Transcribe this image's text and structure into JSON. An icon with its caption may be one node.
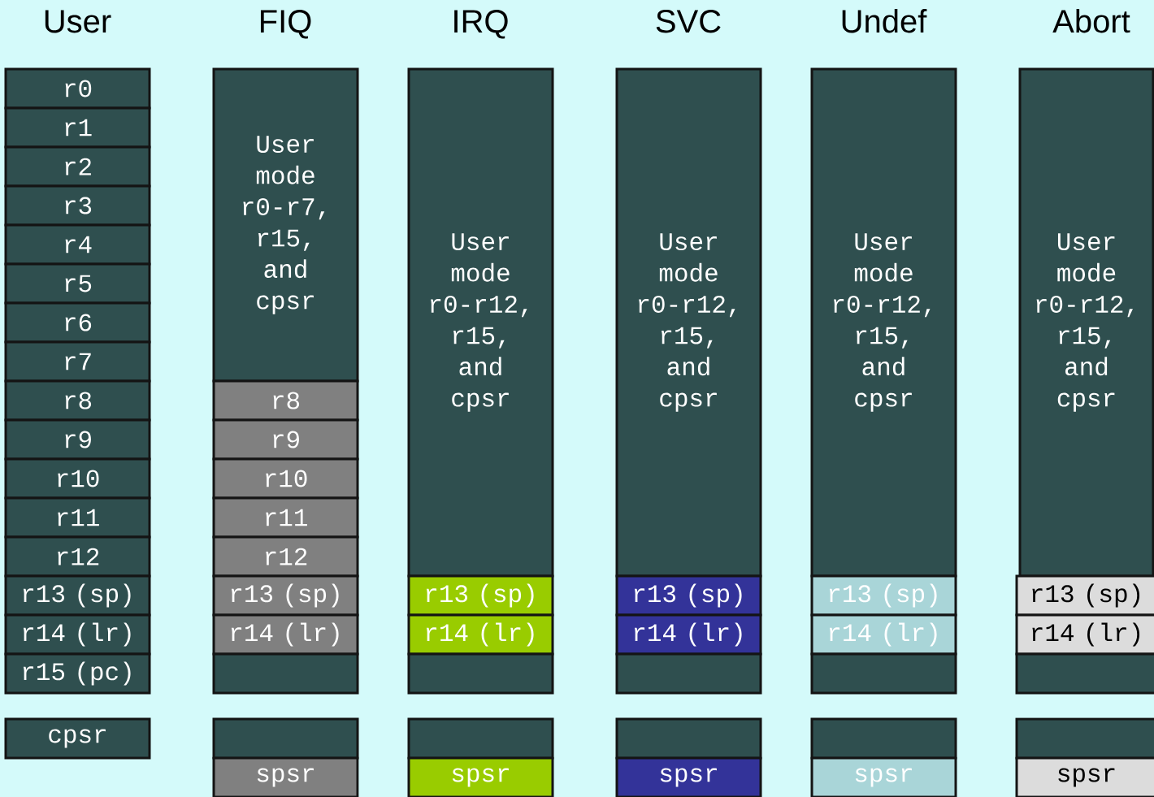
{
  "diagram": {
    "nodes": [
      {
        "text": [
          "r0"
        ]
      },
      {
        "text": [
          "r1"
        ]
      },
      {
        "text": [
          "r2"
        ]
      },
      {
        "text": [
          "r3"
        ]
      },
      {
        "text": [
          "r4"
        ]
      },
      {
        "text": [
          "r5"
        ]
      },
      {
        "text": [
          "r6"
        ]
      },
      {
        "text": [
          "r7"
        ]
      },
      {
        "text": [
          "r8"
        ]
      },
      {
        "text": [
          "r9"
        ]
      },
      {
        "text": [
          "r10"
        ]
      },
      {
        "text": [
          "r11"
        ]
      },
      {
        "text": [
          "r12"
        ]
      },
      {
        "text": [
          "r13 (sp)"
        ]
      },
      {
        "text": [
          "r14 (lr)"
        ]
      },
      {
        "text": [
          "r15 (pc)"
        ]
      },
      {
        "text": [
          "cpsr"
        ]
      },
      {
        "text": [
          "User mode r0-r7, r15, and cpsr"
        ]
      },
      {
        "text": [
          "r8"
        ]
      },
      {
        "text": [
          "r9"
        ]
      },
      {
        "text": [
          "r10"
        ]
      },
      {
        "text": [
          "r11"
        ]
      },
      {
        "text": [
          "r12"
        ]
      },
      {
        "text": [
          "r13 (sp)"
        ]
      },
      {
        "text": [
          "r14 (lr)"
        ]
      },
      {
        "text": [],
        "shape": "box"
      },
      {
        "text": [],
        "shape": "box"
      },
      {
        "text": [
          "spsr"
        ]
      },
      {
        "text": [
          "User mode r0-r12, r15, and cpsr"
        ]
      },
      {
        "text": [
          "r13 (sp)"
        ]
      },
      {
        "text": [
          "r14 (lr)"
        ]
      },
      {
        "text": [],
        "shape": "box"
      },
      {
        "text": [],
        "shape": "box"
      },
      {
        "text": [
          "spsr"
        ]
      },
      {
        "text": [
          "User mode r0-r12, r15, and cpsr"
        ]
      },
      {
        "text": [
          "r13 (sp)"
        ]
      },
      {
        "text": [
          "r14 (lr)"
        ]
      },
      {
        "text": [],
        "shape": "box"
      },
      {
        "text": [],
        "shape": "box"
      },
      {
        "text": [
          "spsr"
        ]
      },
      {
        "text": [
          "User mode r0-r12, r15, and cpsr"
        ]
      },
      {
        "text": [
          "r13 (sp)"
        ]
      },
      {
        "text": [
          "r14 (lr)"
        ]
      },
      {
        "text": [],
        "shape": "box"
      },
      {
        "text": [],
        "shape": "box"
      },
      {
        "text": [
          "spsr"
        ]
      },
      {
        "text": [
          "User mode r0-r12, r15, and cpsr"
        ]
      },
      {
        "text": [
          "r13 (sp)"
        ]
      },
      {
        "text": [
          "r14 (lr)"
        ]
      },
      {
        "text": [],
        "shape": "box"
      },
      {
        "text": [],
        "shape": "box"
      },
      {
        "text": [
          "spsr"
        ]
      }
    ],
    "labels": [
      "User",
      "FIQ",
      "IRQ",
      "SVC",
      "Undef",
      "Abort"
    ]
  }
}
